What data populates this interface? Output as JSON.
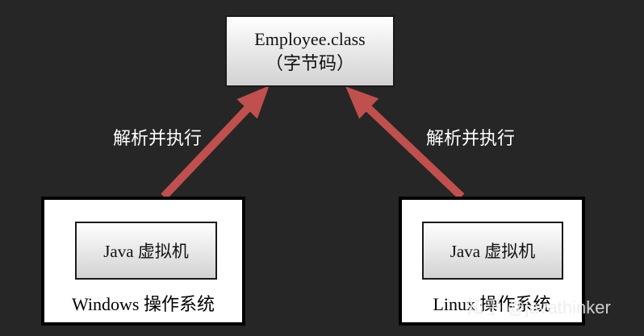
{
  "class_node": {
    "line1": "Employee.class",
    "line2": "（字节码）"
  },
  "edges": {
    "left_label": "解析并执行",
    "right_label": "解析并执行"
  },
  "windows": {
    "jvm_label": "Java 虚拟机",
    "os_label": "Windows 操作系统"
  },
  "linux": {
    "jvm_label": "Java 虚拟机",
    "os_label": "Linux 操作系统"
  },
  "watermark": "知乎 @javathinker",
  "colors": {
    "background": "#262626",
    "arrow": "#c0504d"
  }
}
